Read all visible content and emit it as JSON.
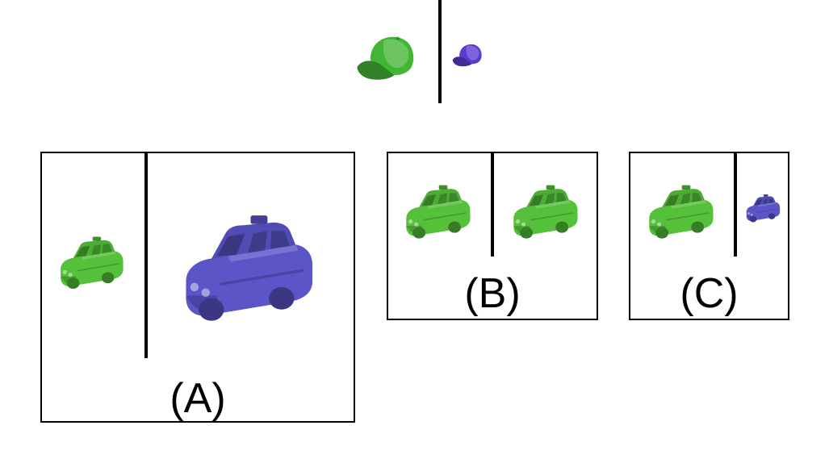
{
  "prompt": {
    "left_object_icon": "cap-icon",
    "right_object_icon": "cap-icon",
    "left_color": "#43b535",
    "right_color": "#5a3ad1",
    "left_size": "large",
    "right_size": "small"
  },
  "options": [
    {
      "label": "(A)",
      "left": {
        "icon": "taxi-car-icon",
        "color": "#55c03a",
        "size": "small"
      },
      "right": {
        "icon": "taxi-car-icon",
        "color": "#5b55c8",
        "size": "large"
      }
    },
    {
      "label": "(B)",
      "left": {
        "icon": "taxi-car-icon",
        "color": "#55c03a",
        "size": "medium"
      },
      "right": {
        "icon": "taxi-car-icon",
        "color": "#55c03a",
        "size": "medium"
      }
    },
    {
      "label": "(C)",
      "left": {
        "icon": "taxi-car-icon",
        "color": "#55c03a",
        "size": "medium"
      },
      "right": {
        "icon": "taxi-car-icon",
        "color": "#5b55c8",
        "size": "small"
      }
    }
  ]
}
